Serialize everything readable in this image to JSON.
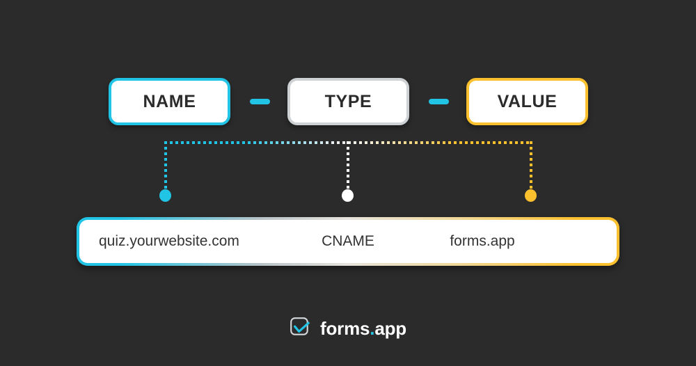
{
  "page": {
    "background_color": "#2b2b2b",
    "title": "DNS CNAME record structure"
  },
  "colors": {
    "cyan": "#22c4e6",
    "yellow": "#fbc02d",
    "white": "#ffffff",
    "gray_border": "#cfd2d4",
    "background": "#2b2b2b",
    "text_dark": "#333333"
  },
  "header": {
    "fields": [
      {
        "id": "name",
        "label": "NAME",
        "border_color": "#22c4e6",
        "accent": "cyan"
      },
      {
        "id": "type",
        "label": "TYPE",
        "border_color": "#cfd2d4",
        "accent": "white"
      },
      {
        "id": "value",
        "label": "VALUE",
        "border_color": "#fbc02d",
        "accent": "yellow"
      }
    ],
    "separators": [
      {
        "id": "dash-1",
        "glyph": "dash-icon",
        "color": "#22c4e6"
      },
      {
        "id": "dash-2",
        "glyph": "dash-icon",
        "color": "#22c4e6"
      }
    ]
  },
  "connectors": {
    "horizontal_line": "dotted-gradient-line",
    "verticals": [
      {
        "id": "name",
        "color": "#22c4e6"
      },
      {
        "id": "type",
        "color": "#ffffff"
      },
      {
        "id": "value",
        "color": "#fbc02d"
      }
    ],
    "dots": [
      {
        "id": "name",
        "color": "#22c4e6"
      },
      {
        "id": "type",
        "color": "#ffffff"
      },
      {
        "id": "value",
        "color": "#fbc02d"
      }
    ]
  },
  "record": {
    "name_value": "quiz.yourwebsite.com",
    "type_value": "CNAME",
    "value_value": "forms.app"
  },
  "footer": {
    "logo_icon": "forms-app-check-icon",
    "brand_first": "forms",
    "brand_dot": ".",
    "brand_last": "app"
  }
}
